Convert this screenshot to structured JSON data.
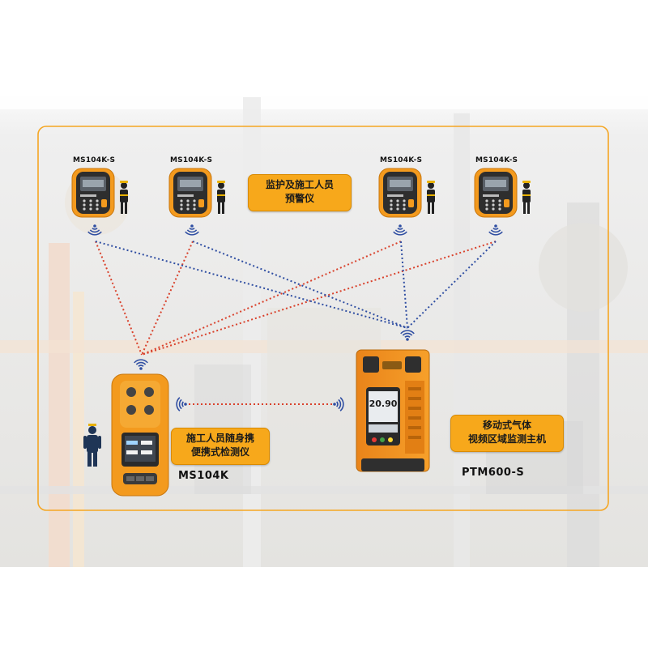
{
  "sensor_label": "MS104K-S",
  "callouts": {
    "monitor": [
      "监护及施工人员",
      "预警仪"
    ],
    "portable": [
      "施工人员随身携",
      "便携式检测仪"
    ],
    "host": [
      "移动式气体",
      "视频区域监测主机"
    ]
  },
  "models": {
    "portable": "MS104K",
    "host": "PTM600-S"
  },
  "host_display": "20.90",
  "colors": {
    "frame": "#f5a623",
    "red_link": "#d9412b",
    "blue_link": "#2f4ea2",
    "device_orange": "#f39a1e",
    "device_dark": "#2b2b2b"
  }
}
